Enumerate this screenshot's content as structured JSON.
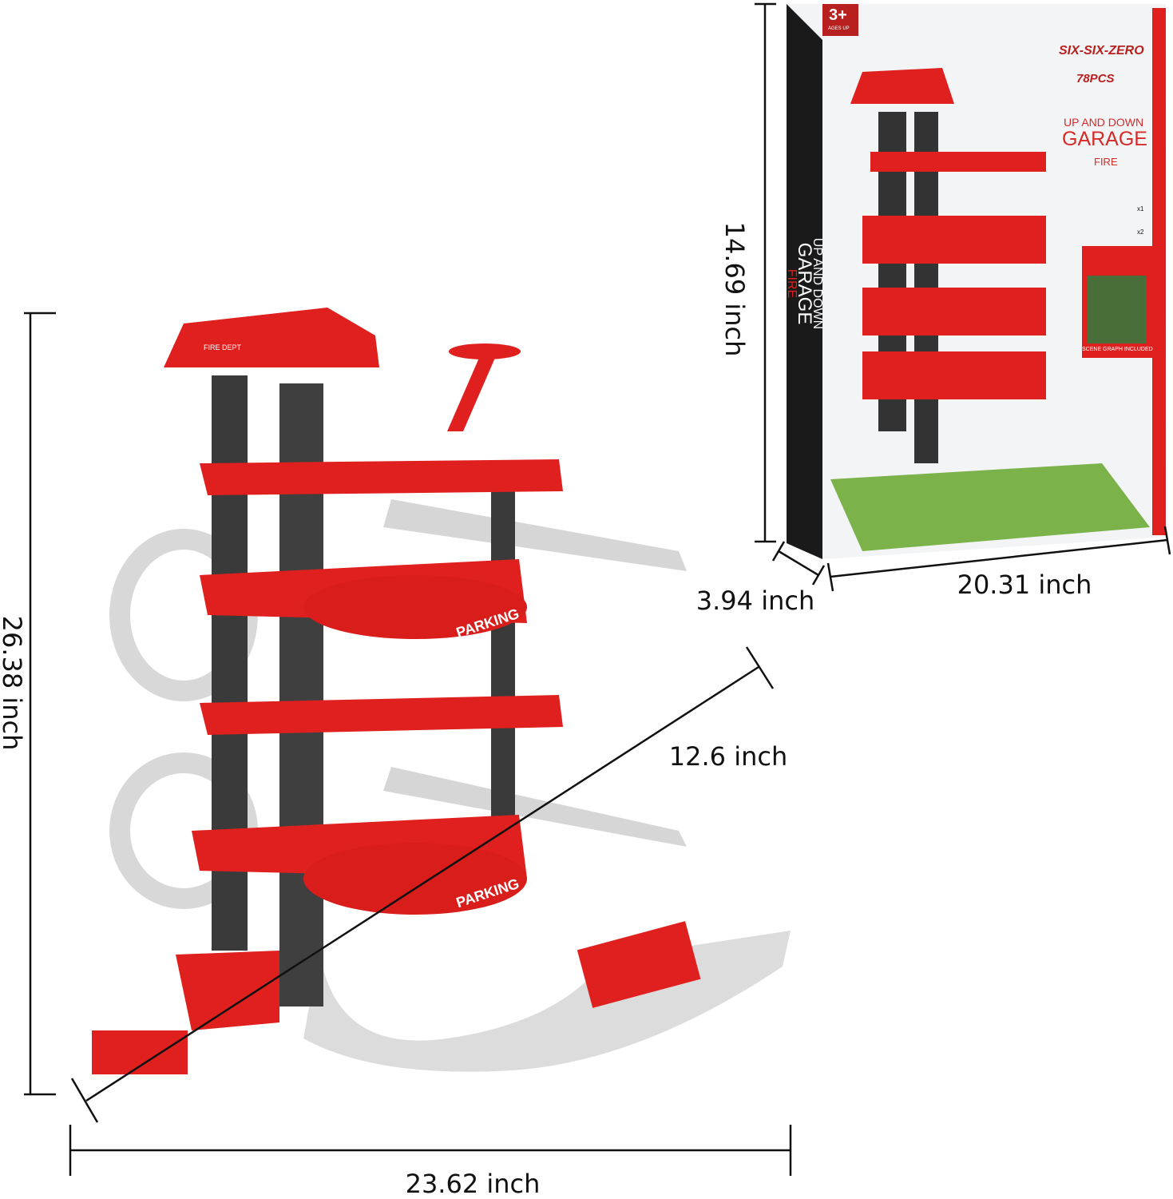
{
  "dimensions": {
    "toy_height": "26.38 inch",
    "toy_width": "23.62 inch",
    "toy_depth": "12.6 inch",
    "box_height": "14.69 inch",
    "box_depth": "3.94 inch",
    "box_width": "20.31 inch"
  },
  "box": {
    "age_badge": "3+",
    "age_label": "AGES UP",
    "brand": "SIX-SIX-ZERO",
    "pieces": "78PCS",
    "title_line1": "UP AND DOWN",
    "title_line2": "GARAGE",
    "subtitle": "FIRE",
    "helicopter_count": "x1",
    "car_count": "x2",
    "scene_graph": "SCENE GRAPH INCLUDED",
    "spine_line1": "UP AND DOWN",
    "spine_line2": "GARAGE",
    "spine_line3": "FIRE"
  },
  "toy": {
    "parking_sign": "PARKING",
    "fire_dept": "FIRE DEPT"
  },
  "colors": {
    "toy_red": "#e0201e",
    "pillar": "#3a3a3a",
    "track": "#dcdcdc",
    "box_spine": "#1a1a1a"
  }
}
